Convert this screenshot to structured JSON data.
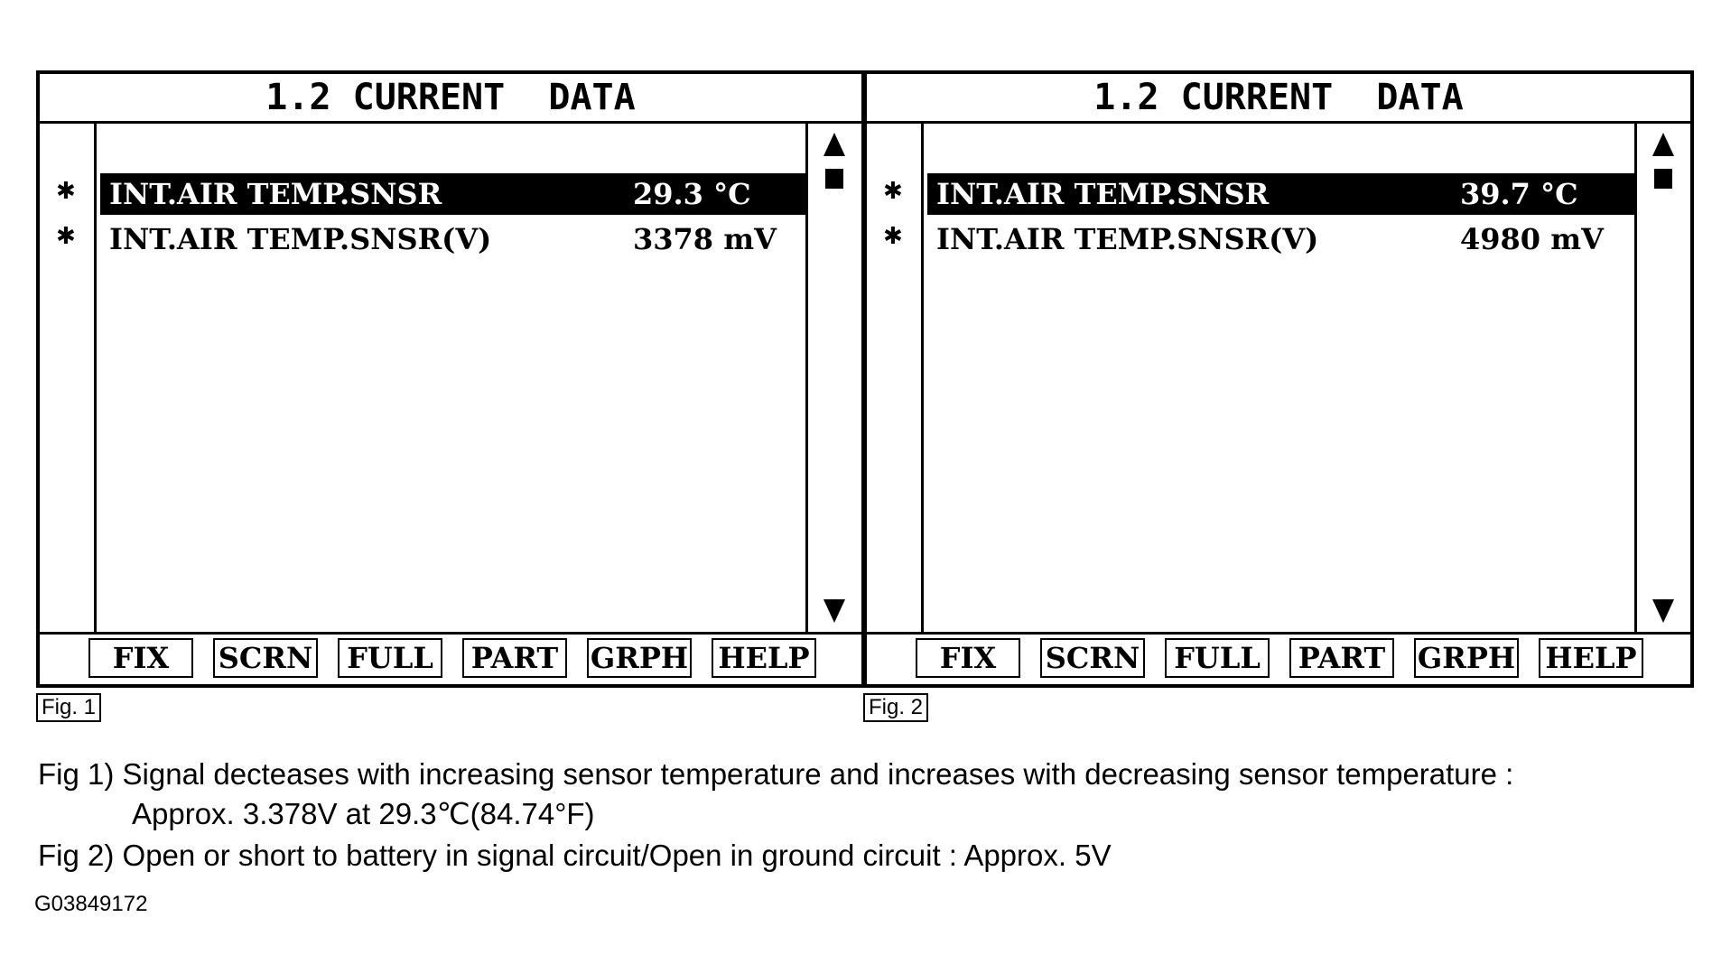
{
  "panels": [
    {
      "title": "1.2 CURRENT  DATA",
      "rows": [
        {
          "marker": "✱",
          "label": "INT.AIR TEMP.SNSR",
          "value": "29.3 °C",
          "selected": true
        },
        {
          "marker": "✱",
          "label": "INT.AIR TEMP.SNSR(V)",
          "value": "3378 mV",
          "selected": false
        }
      ],
      "buttons": [
        "FIX",
        "SCRN",
        "FULL",
        "PART",
        "GRPH",
        "HELP"
      ],
      "fig_label": "Fig. 1"
    },
    {
      "title": "1.2 CURRENT  DATA",
      "rows": [
        {
          "marker": "✱",
          "label": "INT.AIR TEMP.SNSR",
          "value": "39.7 °C",
          "selected": true
        },
        {
          "marker": "✱",
          "label": "INT.AIR TEMP.SNSR(V)",
          "value": "4980 mV",
          "selected": false
        }
      ],
      "buttons": [
        "FIX",
        "SCRN",
        "FULL",
        "PART",
        "GRPH",
        "HELP"
      ],
      "fig_label": "Fig. 2"
    }
  ],
  "captions": {
    "fig1_line1": "Fig 1) Signal decteases with increasing sensor temperature and increases with decreasing sensor temperature :",
    "fig1_line2": "Approx. 3.378V at 29.3℃(84.74°F)",
    "fig2_line1": "Fig 2) Open or short to battery in signal circuit/Open in ground circuit : Approx. 5V"
  },
  "ref_code": "G03849172",
  "icons": {
    "marker": "asterisk-icon",
    "scroll_up": "triangle-up-icon",
    "scroll_down": "triangle-down-icon"
  }
}
